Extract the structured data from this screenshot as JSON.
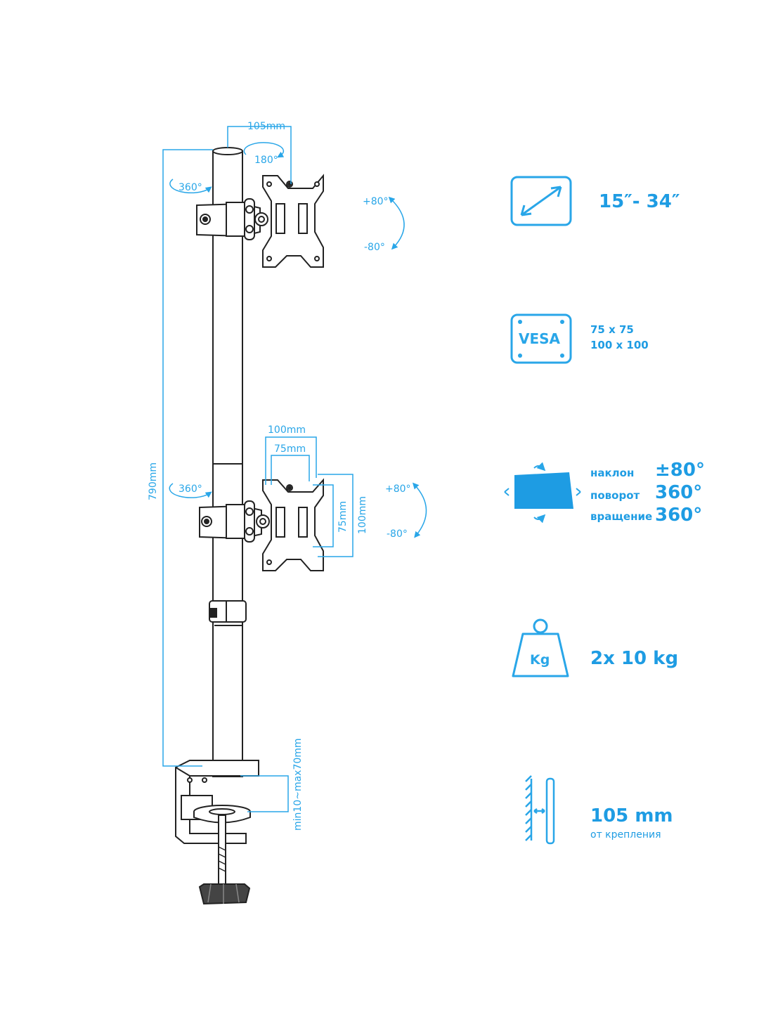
{
  "accent_color": "#29a6e8",
  "drawing": {
    "dim_top_width": "105mm",
    "rot_180": "180°",
    "rot_360_top": "360°",
    "rot_360_mid": "360°",
    "tilt_top_plus": "+80°",
    "tilt_top_minus": "-80°",
    "tilt_mid_plus": "+80°",
    "tilt_mid_minus": "-80°",
    "dim_height": "790mm",
    "vesa_100_h": "100mm",
    "vesa_75_h": "75mm",
    "vesa_75_v": "75mm",
    "vesa_100_v": "100mm",
    "clamp_range": "min10~max70mm"
  },
  "specs": {
    "screen_size": {
      "icon": "diagonal-arrow-icon",
      "value": "15″- 34″"
    },
    "vesa": {
      "icon": "vesa-icon",
      "icon_text": "VESA",
      "line1": "75 x 75",
      "line2": "100 x 100"
    },
    "motion": {
      "icon": "screen-rotation-icon",
      "rows": [
        {
          "label": "наклон",
          "value": "±80°"
        },
        {
          "label": "поворот",
          "value": "360°"
        },
        {
          "label": "вращение",
          "value": "360°"
        }
      ]
    },
    "weight": {
      "icon": "weight-icon",
      "icon_text": "Kg",
      "value": "2x 10 kg"
    },
    "distance": {
      "icon": "wall-distance-icon",
      "value": "105 mm",
      "sub": "от крепления"
    }
  }
}
